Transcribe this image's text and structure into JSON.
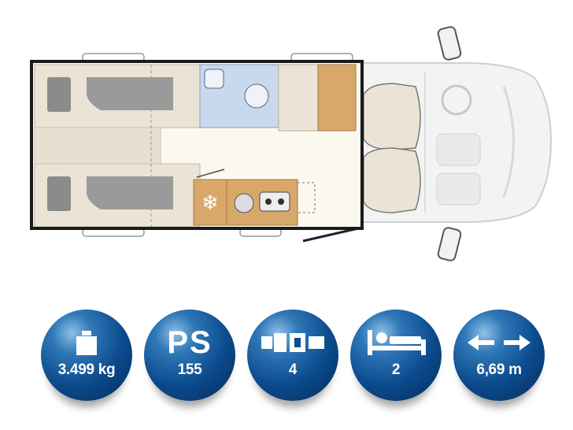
{
  "floorplan": {
    "colors": {
      "outline": "#1a1a1a",
      "floor": "#fbf8ef",
      "furniture": "#ebe4d6",
      "wood": "#d8a86a",
      "bathroom": "#c7d8ef",
      "pillow": "#8b8b8b",
      "cab": "#f3f3f3"
    }
  },
  "specs": [
    {
      "icon": "weight-icon",
      "value": "3.499 kg"
    },
    {
      "icon": "ps-icon",
      "icon_text": "PS",
      "value": "155"
    },
    {
      "icon": "seatbelt-icon",
      "value": "4"
    },
    {
      "icon": "bed-icon",
      "value": "2"
    },
    {
      "icon": "length-arrows-icon",
      "value": "6,69 m"
    }
  ]
}
